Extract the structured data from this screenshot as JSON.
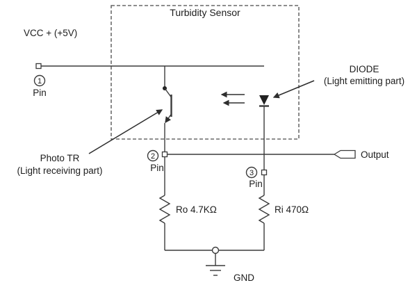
{
  "diagram": {
    "title": "Turbidity Sensor",
    "vcc_label": "VCC + (+5V)",
    "output_label": "Output",
    "gnd_label": "GND",
    "pins": {
      "pin1": {
        "number": "1",
        "label": "Pin"
      },
      "pin2": {
        "number": "2",
        "label": "Pin"
      },
      "pin3": {
        "number": "3",
        "label": "Pin"
      }
    },
    "components": {
      "diode": {
        "name": "DIODE",
        "sub": "(Light emitting part)"
      },
      "photo_tr": {
        "name": "Photo TR",
        "sub": "(Light receiving part)"
      },
      "resistor_ro": {
        "label": "Ro 4.7KΩ"
      },
      "resistor_ri": {
        "label": "Ri 470Ω"
      }
    },
    "colors": {
      "line": "#3a3a3a",
      "text": "#1c1c1c",
      "background": "#ffffff"
    }
  }
}
